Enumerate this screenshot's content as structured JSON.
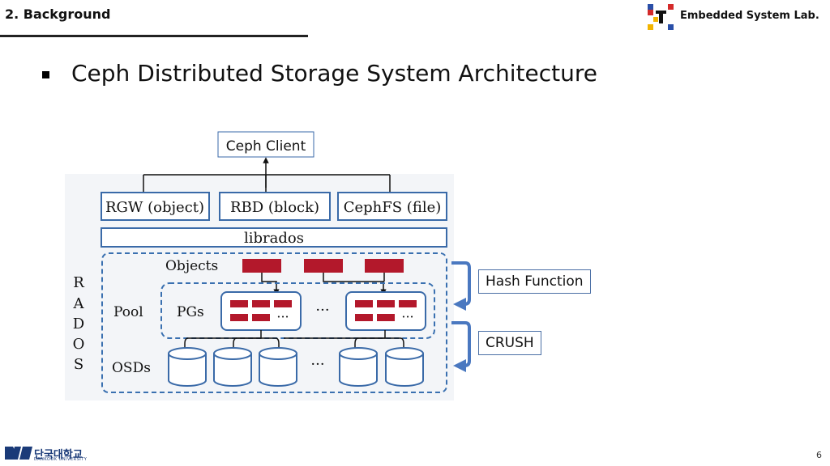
{
  "header": {
    "section_title": "2. Background",
    "lab_name": "Embedded System Lab."
  },
  "slide": {
    "bullet": "Ceph Distributed Storage System Architecture"
  },
  "diagram": {
    "client": "Ceph Client",
    "gateways": [
      "RGW (object)",
      "RBD (block)",
      "CephFS (file)"
    ],
    "librados": "librados",
    "rados_letters": [
      "R",
      "A",
      "D",
      "O",
      "S"
    ],
    "objects_label": "Objects",
    "pool_label": "Pool",
    "pgs_label": "PGs",
    "osds_label": "OSDs",
    "ellipsis": "···"
  },
  "callouts": {
    "hash": "Hash Function",
    "crush": "CRUSH"
  },
  "footer": {
    "university_korean": "단국대학교",
    "university_english": "DANKOOK UNIVERSITY",
    "page_number": "6"
  },
  "colors": {
    "object_red": "#b3182b",
    "box_blue": "#3a6aa8",
    "dashed_blue": "#3a70b0",
    "brace_blue": "#4a78c0"
  }
}
